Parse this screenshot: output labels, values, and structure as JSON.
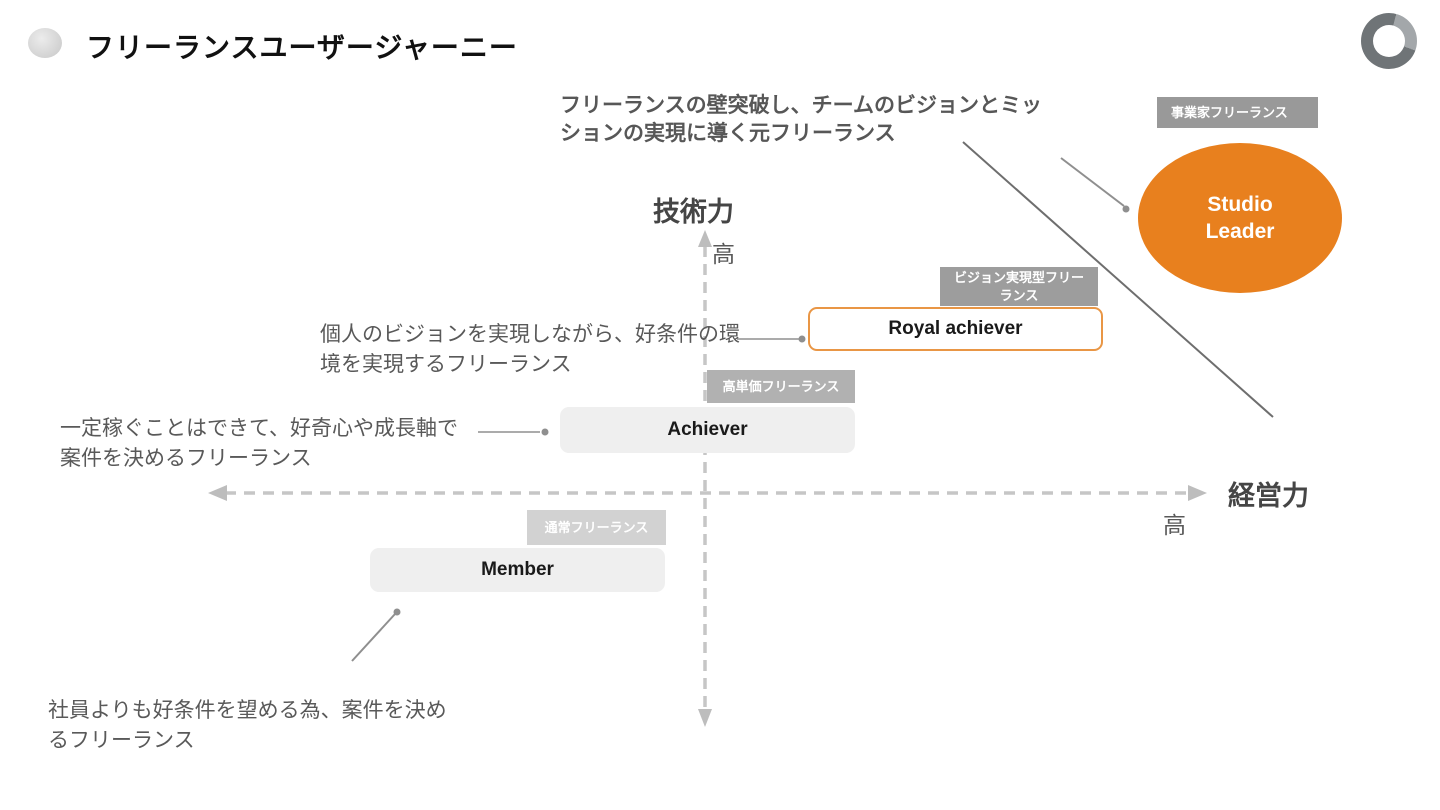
{
  "page": {
    "title": "フリーランスユーザージャーニー"
  },
  "colors": {
    "accent_orange": "#E8801E",
    "royal_border_orange": "#E99645",
    "stage_box_gray": "#EFEFEF",
    "badge_gray_entrepreneur": "#999999",
    "badge_gray_vision": "#9D9D9D",
    "badge_gray_highprice": "#B1B1B1",
    "badge_gray_normal": "#D2D2D2",
    "axis_dash_gray": "#C6C6C6",
    "annotation_gray": "#595959"
  },
  "axes": {
    "y_label": "技術力",
    "y_high": "高",
    "x_label": "経営力",
    "x_high": "高"
  },
  "top_note": "フリーランスの壁突破し、チームのビジョンとミッションの実現に導く元フリーランス",
  "stages": [
    {
      "label": "Member",
      "badge": "通常フリーランス",
      "note": "社員よりも好条件を望める為、案件を決めるフリーランス"
    },
    {
      "label": "Achiever",
      "badge": "高単価フリーランス",
      "note": "一定稼ぐことはできて、好奇心や成長軸で案件を決めるフリーランス"
    },
    {
      "label": "Royal achiever",
      "badge": "ビジョン実現型フリーランス",
      "note": "個人のビジョンを実現しながら、好条件の環境を実現するフリーランス"
    },
    {
      "label": "Studio Leader",
      "badge": "事業家フリーランス"
    }
  ]
}
